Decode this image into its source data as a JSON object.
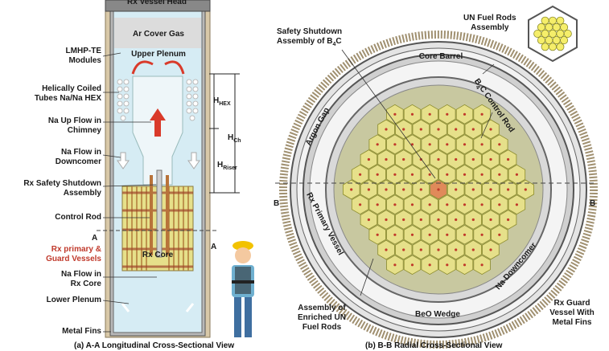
{
  "left": {
    "vessel_head": "Rx Vessel Head",
    "cover_gas": "Ar Cover Gas",
    "upper_plenum": "Upper Plenum",
    "modules": [
      "LMHP-TE",
      "Modules"
    ],
    "hex": [
      "Helically Coiled",
      "Tubes Na/Na HEX"
    ],
    "upflow": [
      "Na Up Flow in",
      "Chimney"
    ],
    "downcomer": [
      "Na Flow in",
      "Downcomer"
    ],
    "shutdown": [
      "Rx Safety Shutdown",
      "Assembly"
    ],
    "control_rod": "Control Rod",
    "vessels": [
      "Rx primary &",
      "Guard Vessels"
    ],
    "core": "Rx Core",
    "core_flow": [
      "Na Flow in",
      "Rx Core"
    ],
    "lower_plenum": "Lower Plenum",
    "fins": "Metal Fins",
    "h_hex": "H",
    "h_hex_sub": "HEX",
    "h_riser": "H",
    "h_riser_sub": "Riser",
    "h_ch": "H",
    "h_ch_sub": "Ch",
    "section_a": "A",
    "caption": "(a) A-A Longitudinal Cross-Sectional View"
  },
  "right": {
    "safety": [
      "Safety Shutdown",
      "Assembly of B"
    ],
    "safety_sub": "4",
    "safety_end": "C",
    "un_rods": [
      "UN Fuel Rods",
      "Assembly"
    ],
    "core_barrel": "Core Barrel",
    "b4c_rod": "B",
    "b4c_sub": "4",
    "b4c_end": "C Control Rod",
    "argon_gap": "Argon Gap",
    "primary_vessel": "Rx Primary Vessel",
    "na_downcomer": "Na Downcomer",
    "enriched": [
      "Assembly of",
      "Enriched UN",
      "Fuel Rods"
    ],
    "beo": "BeO Wedge",
    "guard": [
      "Rx Guard",
      "Vessel With",
      "Metal Fins"
    ],
    "section_b": "B",
    "caption": "(b) B-B Radial Cross-Sectional View"
  },
  "colors": {
    "fuel": "#e6e08a",
    "fuel_edge": "#8a8a2a",
    "shutdown": "#e08a5a",
    "coolant": "#d6ecf4",
    "red_arrow": "#d93a2a",
    "vessel_band": "#c9c9c9",
    "fins": "#a09070"
  }
}
